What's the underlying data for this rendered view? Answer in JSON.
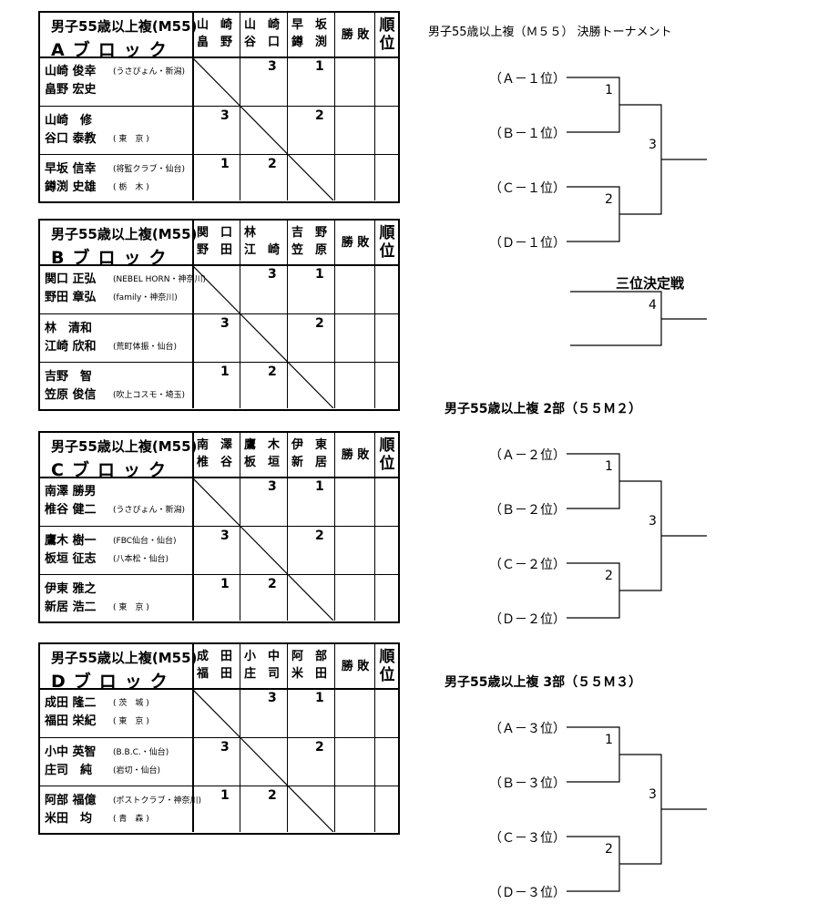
{
  "blocks": [
    {
      "title1": "男子55歳以上複(M55)",
      "title2": "Aブロック",
      "opponents": [
        [
          "山　崎",
          "畠　野"
        ],
        [
          "山　崎",
          "谷　口"
        ],
        [
          "早　坂",
          "鐏　渕"
        ]
      ],
      "win_loss": "勝 敗",
      "rank": [
        "順",
        "位"
      ],
      "players": [
        {
          "n1": "山崎 俊幸",
          "n2": "畠野 宏史",
          "club1": "(うさぴょん・新潟)",
          "club2": ""
        },
        {
          "n1": "山崎　修",
          "n2": "谷口 泰教",
          "club1": "",
          "club2": "( 東　京 )"
        },
        {
          "n1": "早坂 信幸",
          "n2": "鐏渕 史雄",
          "club1": "(将監クラブ・仙台)",
          "club2": "( 栃　木 )"
        }
      ],
      "scores": [
        "3",
        "1",
        "3",
        "2",
        "1",
        "2"
      ]
    },
    {
      "title1": "男子55歳以上複(M55)",
      "title2": "Bブロック",
      "opponents": [
        [
          "関　口",
          "野　田"
        ],
        [
          "林",
          "江　崎"
        ],
        [
          "吉　野",
          "笠　原"
        ]
      ],
      "win_loss": "勝 敗",
      "rank": [
        "順",
        "位"
      ],
      "players": [
        {
          "n1": "関口 正弘",
          "n2": "野田 章弘",
          "club1": "(NEBEL HORN・神奈川)",
          "club2": "(family・神奈川)"
        },
        {
          "n1": "林　清和",
          "n2": "江崎 欣和",
          "club1": "",
          "club2": "(荒町体振・仙台)"
        },
        {
          "n1": "吉野　智",
          "n2": "笠原 俊信",
          "club1": "",
          "club2": "(吹上コスモ・埼玉)"
        }
      ],
      "scores": [
        "3",
        "1",
        "3",
        "2",
        "1",
        "2"
      ]
    },
    {
      "title1": "男子55歳以上複(M55)",
      "title2": "Cブロック",
      "opponents": [
        [
          "南　澤",
          "椎　谷"
        ],
        [
          "鷹　木",
          "板　垣"
        ],
        [
          "伊　東",
          "新　居"
        ]
      ],
      "win_loss": "勝 敗",
      "rank": [
        "順",
        "位"
      ],
      "players": [
        {
          "n1": "南澤 勝男",
          "n2": "椎谷 健二",
          "club1": "",
          "club2": "(うさぴょん・新潟)"
        },
        {
          "n1": "鷹木 樹一",
          "n2": "板垣 征志",
          "club1": "(FBC仙台・仙台)",
          "club2": "(八本松・仙台)"
        },
        {
          "n1": "伊東 雅之",
          "n2": "新居 浩二",
          "club1": "",
          "club2": "( 東　京 )"
        }
      ],
      "scores": [
        "3",
        "1",
        "3",
        "2",
        "1",
        "2"
      ]
    },
    {
      "title1": "男子55歳以上複(M55)",
      "title2": "Dブロック",
      "opponents": [
        [
          "成　田",
          "福　田"
        ],
        [
          "小　中",
          "庄　司"
        ],
        [
          "阿　部",
          "米　田"
        ]
      ],
      "win_loss": "勝 敗",
      "rank": [
        "順",
        "位"
      ],
      "players": [
        {
          "n1": "成田 隆二",
          "n2": "福田 栄紀",
          "club1": "( 茨　城 )",
          "club2": "( 東　京 )"
        },
        {
          "n1": "小中 英智",
          "n2": "庄司　純",
          "club1": "(B.B.C.・仙台)",
          "club2": "(岩切・仙台)"
        },
        {
          "n1": "阿部 福億",
          "n2": "米田　均",
          "club1": "(ポストクラブ・神奈川)",
          "club2": "( 青　森 )"
        }
      ],
      "scores": [
        "3",
        "1",
        "3",
        "2",
        "1",
        "2"
      ]
    }
  ],
  "tournaments": [
    {
      "title": "男子55歳以上複（Ｍ５５） 決勝トーナメント",
      "seeds": [
        "（Ａ－１位）",
        "（Ｂ－１位）",
        "（Ｃ－１位）",
        "（Ｄ－１位）"
      ],
      "matches": [
        "1",
        "2",
        "3"
      ]
    },
    {
      "title": "三位決定戦",
      "matches": [
        "4"
      ]
    },
    {
      "title": "男子55歳以上複 2部（５５Ｍ２）",
      "seeds": [
        "（Ａ－２位）",
        "（Ｂ－２位）",
        "（Ｃ－２位）",
        "（Ｄ－２位）"
      ],
      "matches": [
        "1",
        "2",
        "3"
      ]
    },
    {
      "title": "男子55歳以上複 3部（５５Ｍ３）",
      "seeds": [
        "（Ａ－３位）",
        "（Ｂ－３位）",
        "（Ｃ－３位）",
        "（Ｄ－３位）"
      ],
      "matches": [
        "1",
        "2",
        "3"
      ]
    }
  ]
}
